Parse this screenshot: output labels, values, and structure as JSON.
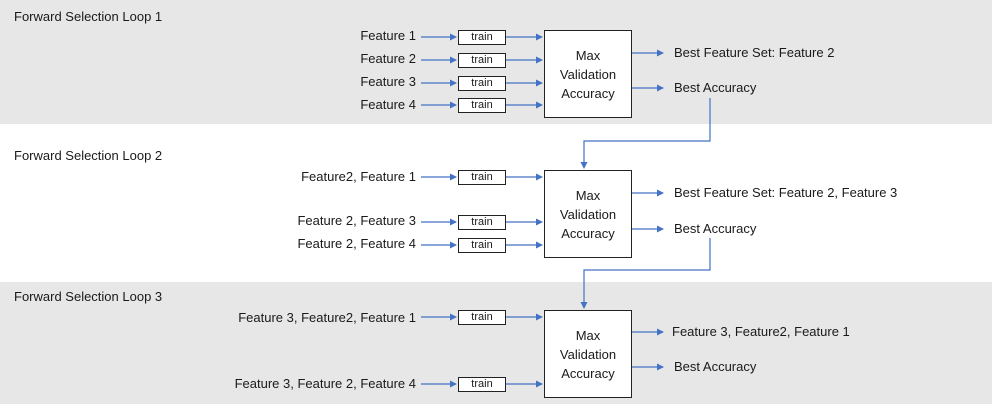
{
  "loops": [
    {
      "title": "Forward Selection Loop 1",
      "features": [
        "Feature 1",
        "Feature 2",
        "Feature 3",
        "Feature 4"
      ],
      "train_label": "train",
      "box_lines": [
        "Max",
        "Validation",
        "Accuracy"
      ],
      "output_top": "Best Feature Set: Feature 2",
      "output_bottom": "Best Accuracy"
    },
    {
      "title": "Forward Selection Loop 2",
      "features": [
        "Feature2, Feature 1",
        "Feature 2, Feature 3",
        "Feature 2, Feature 4"
      ],
      "train_label": "train",
      "box_lines": [
        "Max",
        "Validation",
        "Accuracy"
      ],
      "output_top": "Best Feature Set: Feature 2, Feature 3",
      "output_bottom": "Best Accuracy"
    },
    {
      "title": "Forward Selection Loop 3",
      "features": [
        "Feature 3, Feature2, Feature 1",
        "Feature 3, Feature 2, Feature 4"
      ],
      "train_label": "train",
      "box_lines": [
        "Max",
        "Validation",
        "Accuracy"
      ],
      "output_top": "Feature 3, Feature2, Feature 1",
      "output_bottom": "Best Accuracy"
    }
  ],
  "colors": {
    "band_gray": "#e7e7e7",
    "arrow": "#4472c4"
  }
}
